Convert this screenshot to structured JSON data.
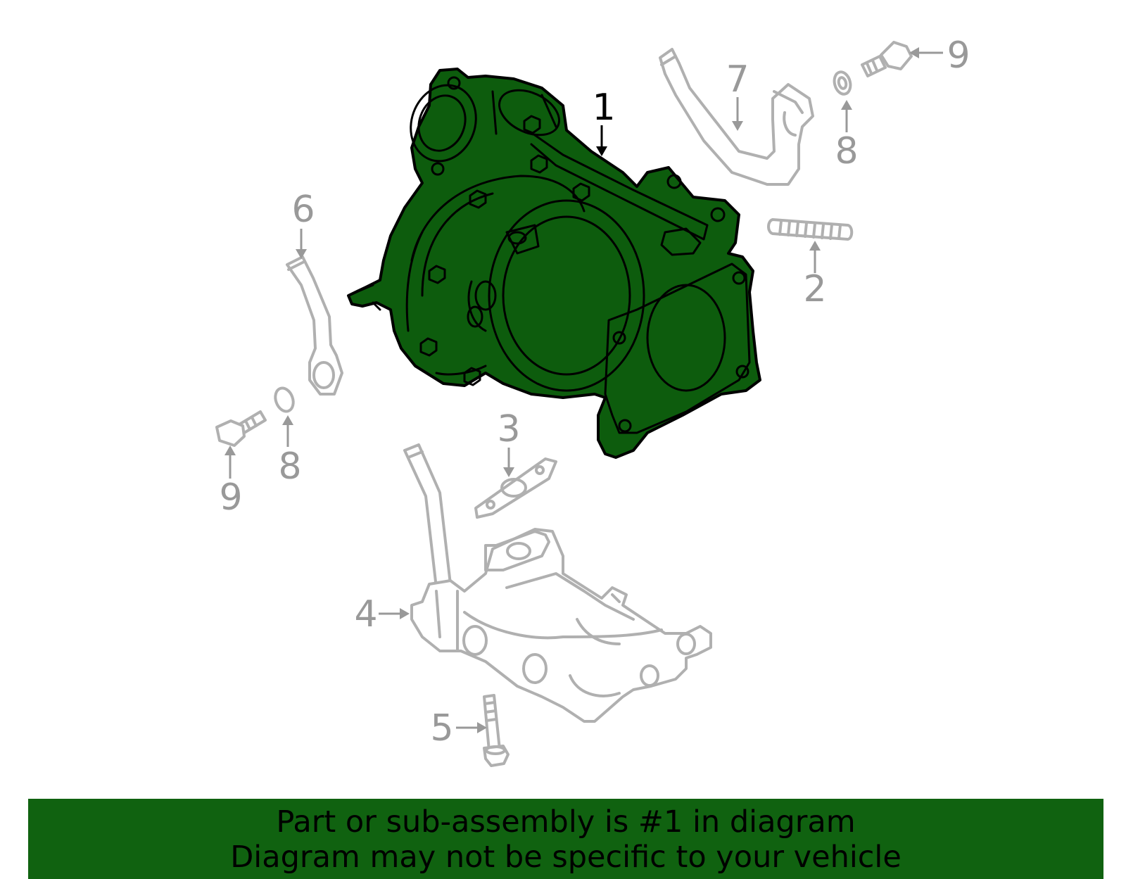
{
  "callouts": {
    "c1": "1",
    "c2": "2",
    "c3": "3",
    "c4": "4",
    "c5": "5",
    "c6": "6",
    "c7": "7",
    "c8_right": "8",
    "c8_left": "8",
    "c9_right": "9",
    "c9_left": "9"
  },
  "banner": {
    "line1": "Part or sub-assembly is #1 in diagram",
    "line2": "Diagram may not be specific to your vehicle"
  },
  "colors": {
    "highlight": "#0d5c0d",
    "banner": "#106210",
    "unhighlighted_parts": "#b0b0b0",
    "callout_grey": "#999999"
  }
}
